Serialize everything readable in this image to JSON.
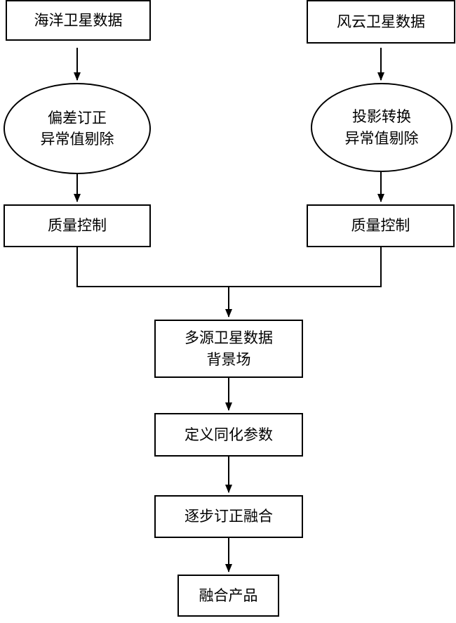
{
  "diagram": {
    "title": "satellite-data-fusion-flowchart",
    "colors": {
      "stroke": "#000000",
      "fill": "#ffffff",
      "text": "#000000"
    },
    "nodes": {
      "ocean_data": {
        "label": "海洋卫星数据"
      },
      "fengyun_data": {
        "label": "风云卫星数据"
      },
      "bias_correction": {
        "line1": "偏差订正",
        "line2": "异常值剔除"
      },
      "projection": {
        "line1": "投影转换",
        "line2": "异常值剔除"
      },
      "qc_left": {
        "label": "质量控制"
      },
      "qc_right": {
        "label": "质量控制"
      },
      "background_field": {
        "line1": "多源卫星数据",
        "line2": "背景场"
      },
      "assimilation": {
        "label": "定义同化参数"
      },
      "stepwise_fusion": {
        "label": "逐步订正融合"
      },
      "fusion_product": {
        "label": "融合产品"
      }
    }
  }
}
